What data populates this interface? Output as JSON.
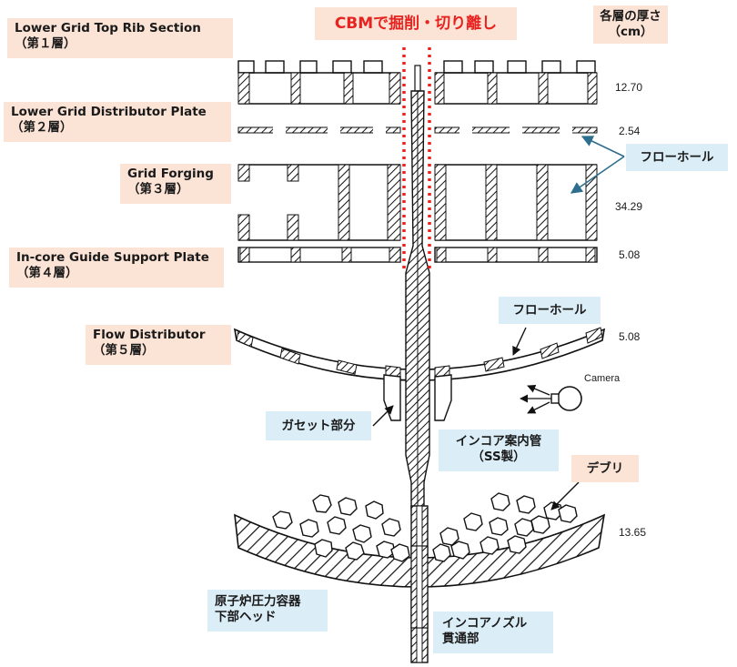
{
  "title": "CBMで掘削・切り離し",
  "thickness_header": {
    "line1": "各層の厚さ",
    "line2": "（cm）"
  },
  "layers": [
    {
      "name": "Lower Grid Top Rib Section",
      "layer": "（第１層）",
      "thickness": "12.70"
    },
    {
      "name": "Lower Grid Distributor Plate",
      "layer": "（第２層）",
      "thickness": "2.54"
    },
    {
      "name": "Grid Forging",
      "layer": "（第３層）",
      "thickness": "34.29"
    },
    {
      "name": "In-core Guide Support Plate",
      "layer": "（第４層）",
      "thickness": "5.08"
    },
    {
      "name": "Flow Distributor",
      "layer": "（第５層）",
      "thickness": "5.08"
    }
  ],
  "vessel_head_thickness": "13.65",
  "callouts": {
    "flow_hole_1": "フローホール",
    "flow_hole_2": "フローホール",
    "gusset": "ガセット部分",
    "guide_tube_line1": "インコア案内管",
    "guide_tube_line2": "（SS製）",
    "debris": "デブリ",
    "vessel_line1": "原子炉圧力容器",
    "vessel_line2": "下部ヘッド",
    "nozzle_line1": "インコアノズル",
    "nozzle_line2": "貫通部",
    "camera": "Camera"
  },
  "colors": {
    "label_peach": "#fbe3d6",
    "label_blue": "#dbeef8",
    "title_red": "#e8231f",
    "cut_line": "#e8231f",
    "arrow_blue": "#2e6e8e"
  }
}
